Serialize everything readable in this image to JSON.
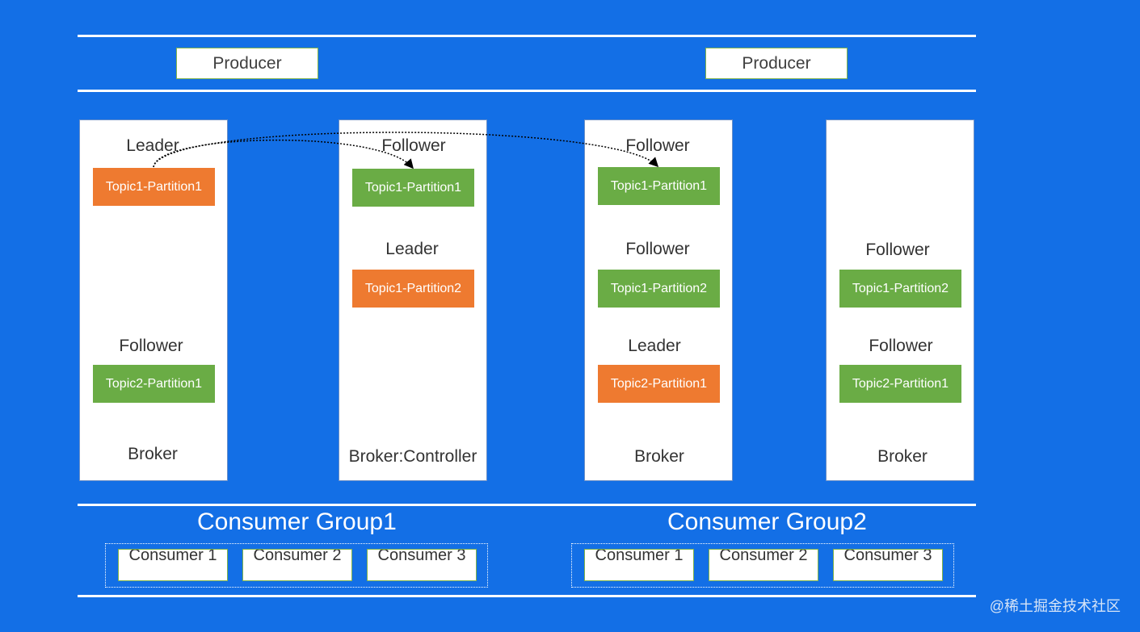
{
  "producers": [
    "Producer",
    "Producer"
  ],
  "brokers": [
    {
      "label": "Broker",
      "slots": [
        {
          "role": "Leader",
          "partition": "Topic1-Partition1",
          "kind": "leader"
        },
        {
          "role": "Follower",
          "partition": "Topic2-Partition1",
          "kind": "follower"
        }
      ]
    },
    {
      "label": "Broker:Controller",
      "slots": [
        {
          "role": "Follower",
          "partition": "Topic1-Partition1",
          "kind": "follower"
        },
        {
          "role": "Leader",
          "partition": "Topic1-Partition2",
          "kind": "leader"
        }
      ]
    },
    {
      "label": "Broker",
      "slots": [
        {
          "role": "Follower",
          "partition": "Topic1-Partition1",
          "kind": "follower"
        },
        {
          "role": "Follower",
          "partition": "Topic1-Partition2",
          "kind": "follower"
        },
        {
          "role": "Leader",
          "partition": "Topic2-Partition1",
          "kind": "leader"
        }
      ]
    },
    {
      "label": "Broker",
      "slots": [
        {
          "role": "Follower",
          "partition": "Topic1-Partition2",
          "kind": "follower"
        },
        {
          "role": "Follower",
          "partition": "Topic2-Partition1",
          "kind": "follower"
        }
      ]
    }
  ],
  "consumer_groups": [
    {
      "title": "Consumer Group1",
      "consumers": [
        "Consumer 1",
        "Consumer 2",
        "Consumer 3"
      ]
    },
    {
      "title": "Consumer Group2",
      "consumers": [
        "Consumer 1",
        "Consumer 2",
        "Consumer 3"
      ]
    }
  ],
  "watermark": "@稀土掘金技术社区",
  "colors": {
    "background": "#136fe6",
    "leader": "#ee7a30",
    "follower": "#6aac45"
  }
}
